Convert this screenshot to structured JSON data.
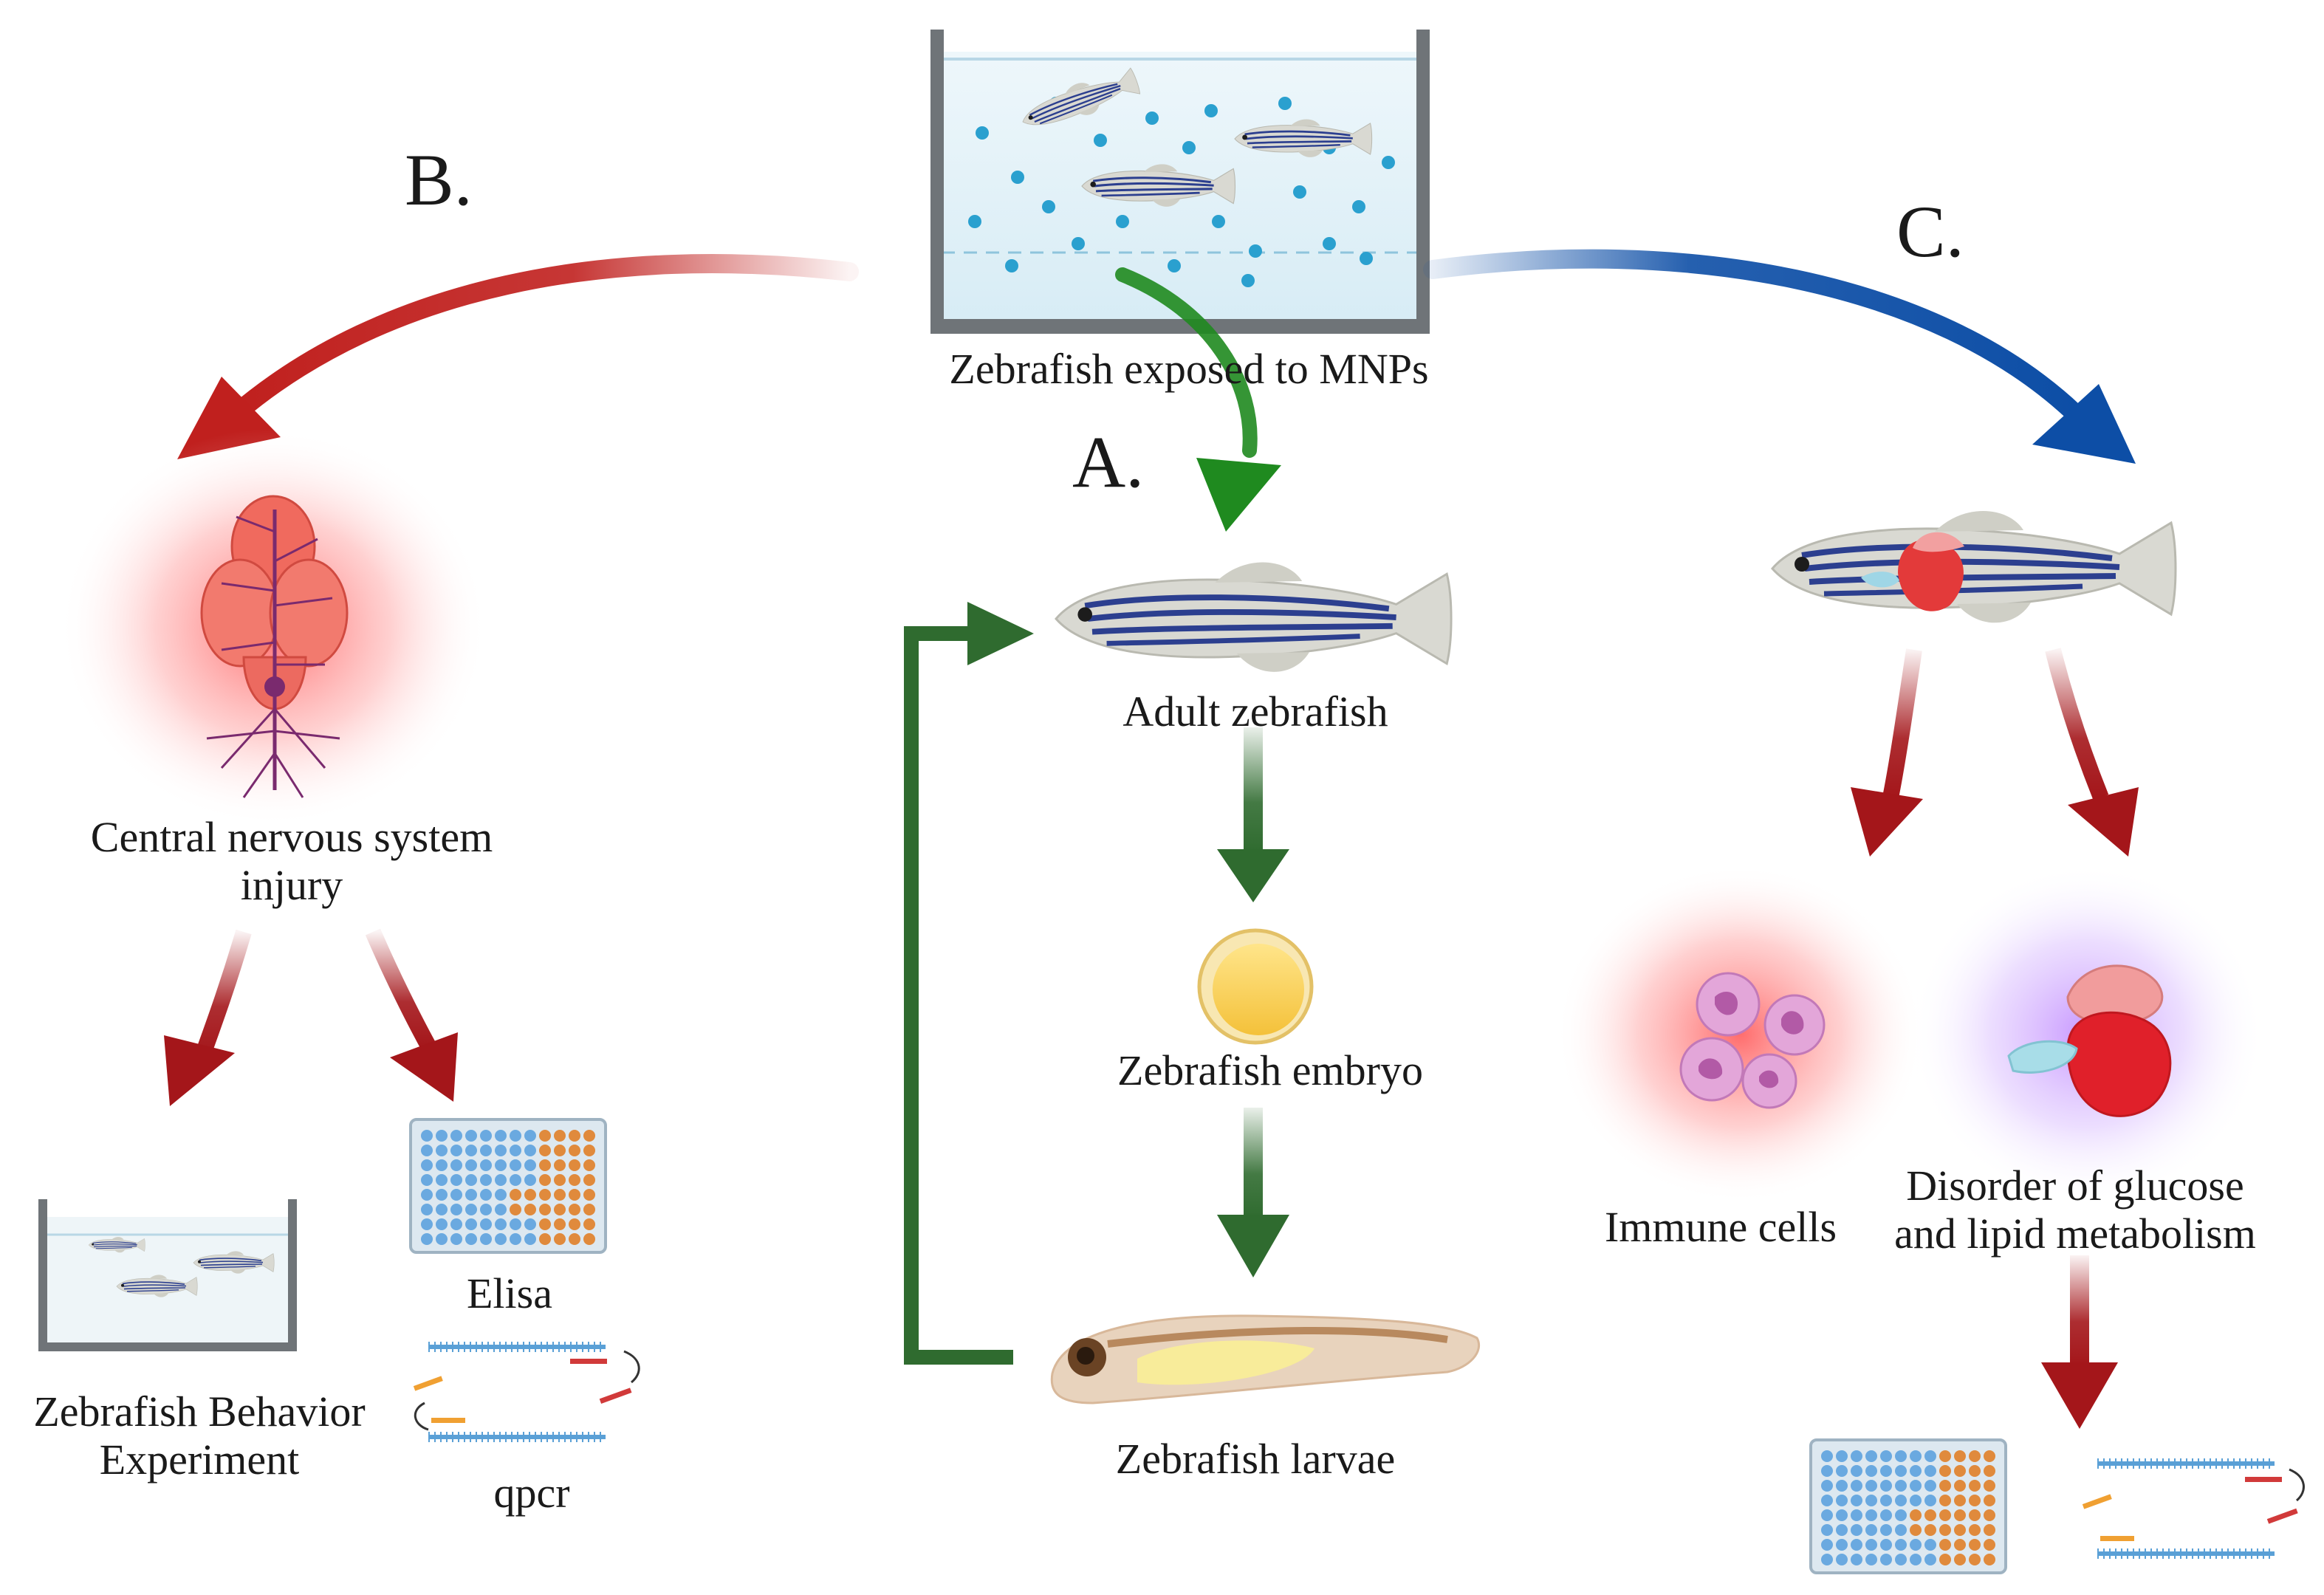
{
  "tank": {
    "caption": "Zebrafish exposed to MNPs"
  },
  "panel_a": {
    "letter": "A.",
    "stages": [
      "Adult zebrafish",
      "Zebrafish embryo",
      "Zebrafish larvae"
    ]
  },
  "panel_b": {
    "letter": "B.",
    "injury": "Central nervous system injury",
    "methods": {
      "behavior": "Zebrafish Behavior Experiment",
      "elisa": "Elisa",
      "qpcr": "qpcr"
    }
  },
  "panel_c": {
    "letter": "C.",
    "immune": "Immune cells",
    "metabolism": "Disorder of glucose and lipid metabolism"
  },
  "colors": {
    "red_arrow": "#c0201e",
    "dark_red_arrow": "#a4161a",
    "green_arrow": "#2f6b2f",
    "bright_green_arrow": "#1f8a1f",
    "blue_arrow": "#0d4ea6",
    "fish_stripe": "#2c3f8f",
    "particle": "#2aa0cf",
    "well_blue": "#6aa9e0",
    "well_orange": "#e08a3c"
  }
}
